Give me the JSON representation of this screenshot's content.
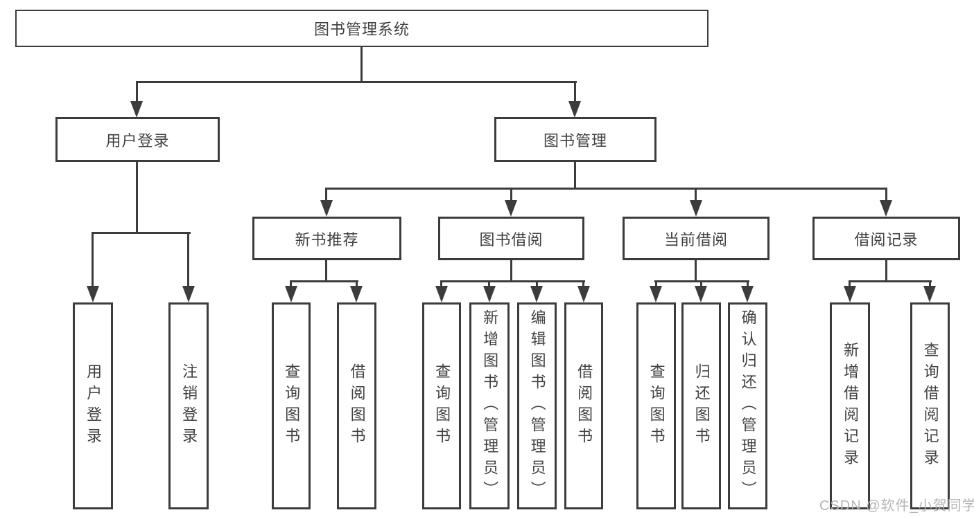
{
  "diagram": {
    "root": "图书管理系统",
    "branches": [
      {
        "label": "用户登录",
        "leaves": [
          "用户登录",
          "注销登录"
        ]
      },
      {
        "label": "图书管理",
        "sections": [
          {
            "label": "新书推荐",
            "leaves": [
              "查询图书",
              "借阅图书"
            ]
          },
          {
            "label": "图书借阅",
            "leaves": [
              "查询图书",
              "新增图书（管理员）",
              "编辑图书（管理员）",
              "借阅图书"
            ]
          },
          {
            "label": "当前借阅",
            "leaves": [
              "查询图书",
              "归还图书",
              "确认归还（管理员）"
            ]
          },
          {
            "label": "借阅记录",
            "leaves": [
              "新增借阅记录",
              "查询借阅记录"
            ]
          }
        ]
      }
    ]
  },
  "watermark": "CSDN @软件_小贺同学",
  "colors": {
    "line": "#3c3c3c",
    "text": "#414141",
    "box_fill": "#ffffff",
    "watermark": "#b5b5b5",
    "background": "#ffffff"
  }
}
